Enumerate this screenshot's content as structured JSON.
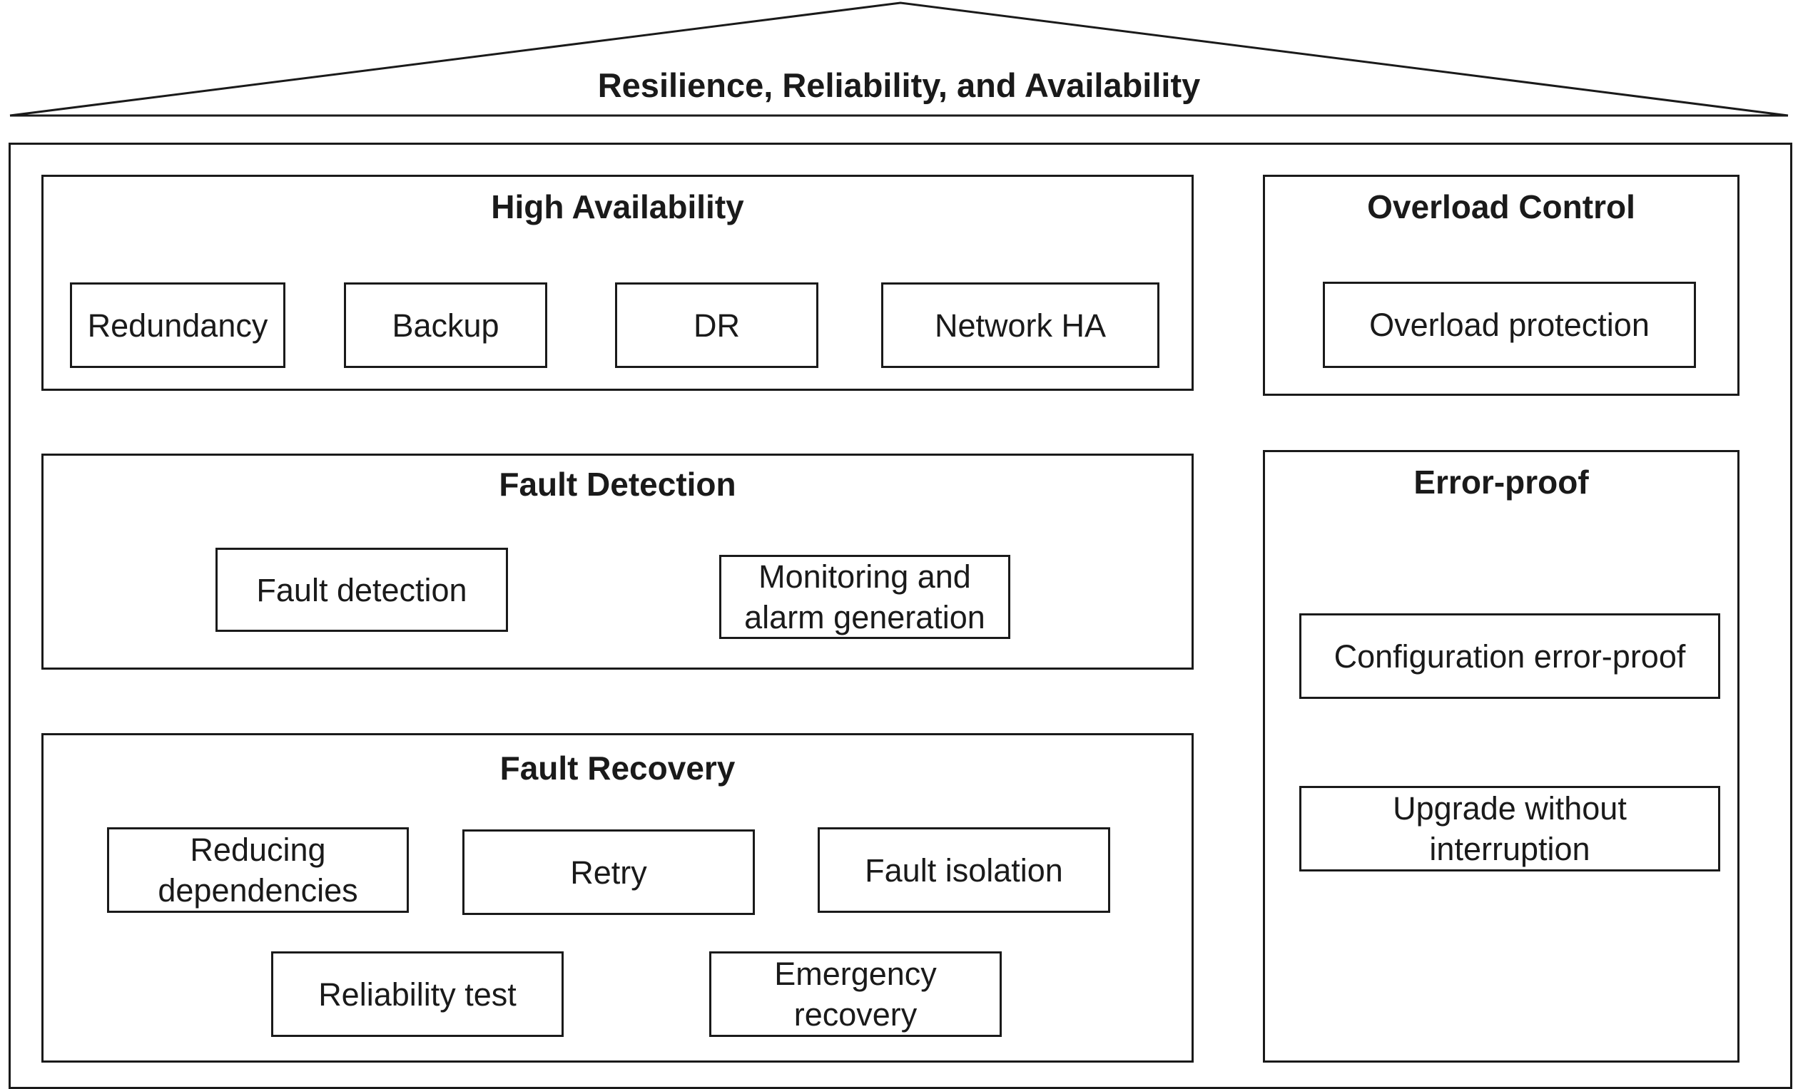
{
  "roof_title": "Resilience, Reliability, and Availability",
  "groups": {
    "high_availability": {
      "title": "High Availability",
      "items": [
        "Redundancy",
        "Backup",
        "DR",
        "Network HA"
      ]
    },
    "fault_detection": {
      "title": "Fault Detection",
      "items": [
        "Fault detection",
        "Monitoring and\nalarm generation"
      ]
    },
    "fault_recovery": {
      "title": "Fault Recovery",
      "items": [
        "Reducing\ndependencies",
        "Retry",
        "Fault isolation",
        "Reliability test",
        "Emergency\nrecovery"
      ]
    },
    "overload_control": {
      "title": "Overload Control",
      "items": [
        "Overload protection"
      ]
    },
    "error_proof": {
      "title": "Error-proof",
      "items": [
        "Configuration error-proof",
        "Upgrade without\ninterruption"
      ]
    }
  },
  "colors": {
    "line": "#1a1a1a",
    "background": "#ffffff"
  }
}
